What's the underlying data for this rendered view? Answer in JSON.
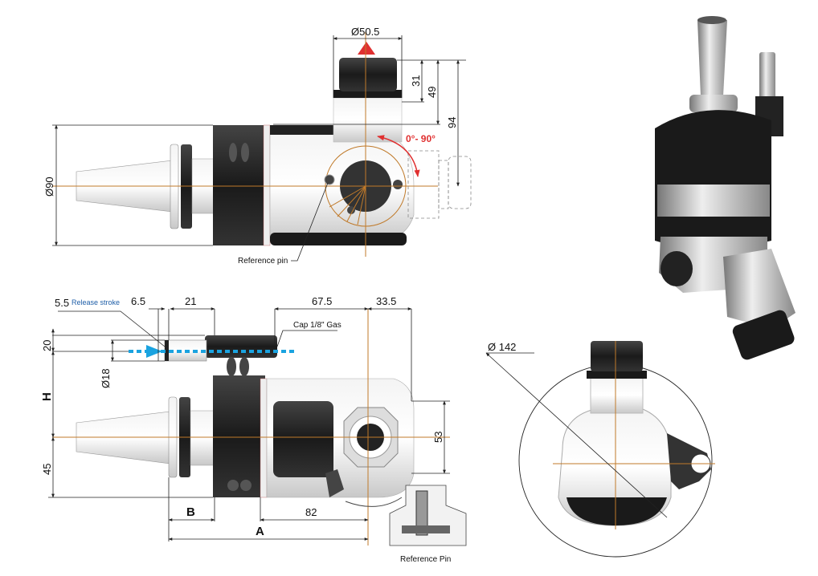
{
  "top_view": {
    "dim_collet_diameter": "Ø50.5",
    "dim_31": "31",
    "dim_49": "49",
    "dim_94": "94",
    "angle_range": "0°- 90°",
    "dim_body_diameter": "Ø90",
    "reference_pin_label": "Reference pin"
  },
  "side_view": {
    "dim_release_value": "5.5",
    "release_stroke_label": "Release stroke",
    "dim_6_5": "6.5",
    "dim_21": "21",
    "dim_67_5": "67.5",
    "dim_33_5": "33.5",
    "cap_label": "Cap 1/8\" Gas",
    "dim_20": "20",
    "dim_18": "Ø18",
    "dim_H": "H",
    "dim_45": "45",
    "dim_53": "53",
    "dim_B": "B",
    "dim_82": "82",
    "dim_A": "A",
    "reference_pin_label": "Reference Pin"
  },
  "front_view": {
    "dim_swing_diameter": "Ø 142"
  },
  "colors": {
    "accent_red": "#e03030",
    "coolant_blue": "#1aa3e0",
    "axis": "#c07a2a"
  }
}
